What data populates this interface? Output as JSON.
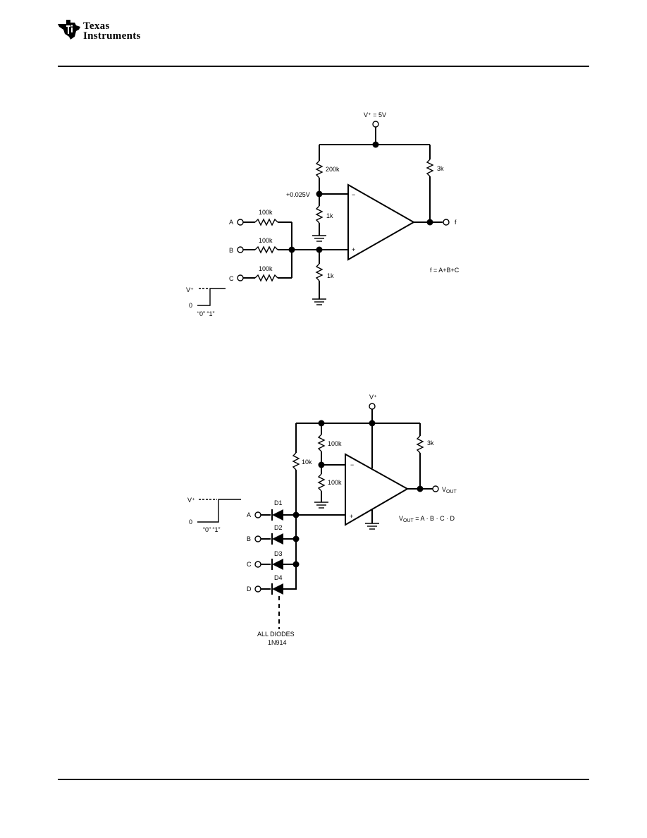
{
  "header": {
    "logo_line1": "Texas",
    "logo_line2": "Instruments",
    "logo_icon": "ti-state-logo"
  },
  "circuit1": {
    "supply": "V⁺ = 5V",
    "r_top": "200k",
    "r_load": "3k",
    "node_voltage": "+0.025V",
    "r_mid": "1k",
    "r_bottom": "1k",
    "input_a": "A",
    "input_b": "B",
    "input_c": "C",
    "r_a": "100k",
    "r_b": "100k",
    "r_c": "100k",
    "output": "f",
    "equation": "f = A+B+C",
    "logic_high": "V⁺",
    "logic_low": "0",
    "logic_labels": "“0”  “1”",
    "minus_sign": "−",
    "plus_sign": "+"
  },
  "circuit2": {
    "supply": "V⁺",
    "r_top": "100k",
    "r_bottom": "100k",
    "r_pull": "10k",
    "r_load": "3k",
    "output": "V",
    "output_sub": "OUT",
    "equation_v": "V",
    "equation_sub": "OUT",
    "equation_rest": " = A · B · C · D",
    "diodes": [
      "D1",
      "D2",
      "D3",
      "D4"
    ],
    "inputs": [
      "A",
      "B",
      "C",
      "D"
    ],
    "note_line1": "ALL DIODES",
    "note_line2": "1N914",
    "logic_high": "V⁺",
    "logic_low": "0",
    "logic_labels": "“0”     “1”",
    "minus_sign": "−",
    "plus_sign": "+"
  }
}
